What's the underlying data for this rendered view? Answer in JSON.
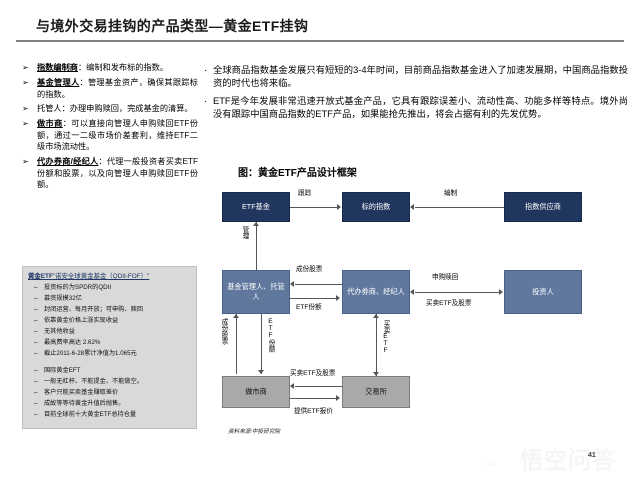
{
  "header": {
    "title": "与境外交易挂钩的产品类型—黄金ETF挂钩"
  },
  "left_column": {
    "bullet_mark": "➢",
    "bullets": [
      {
        "term": "指数编制商",
        "text": "：编制和发布标的指数。"
      },
      {
        "term": "基金管理人",
        "text": "：管理基金资产，确保其跟踪标的指数。"
      },
      {
        "term": "托管人",
        "text": "：办理申购赎回，完成基金的清算。",
        "plain": true
      },
      {
        "term": "做市商",
        "text": "：可以直接向管理人申购赎回ETF份额，通过一二级市场价差套利，维持ETF二级市场流动性。"
      },
      {
        "term": "代办券商/经纪人",
        "text": "：代理一般投资者买卖ETF份额和股票，以及向管理人申购赎回ETF份额。"
      }
    ]
  },
  "info_box": {
    "title_main": "黄金ETF",
    "title_sub": "\"诺安全球黄金基金（QDII-FOF）\"",
    "dash": "–",
    "group1": [
      "投资标的为SPDR的QDII",
      "募资规模32亿",
      "封闭运营、每月开放；可申购、赎回",
      "依靠黄金价格上涨实现收益",
      "无其他收益",
      "最高费率高达 2.62%",
      "截止2011-6-28累计净值为1.065元"
    ],
    "group2": [
      "国际黄金EFT",
      "一般无杠杆、不能提金、不能做空。",
      "客户只能买卖基金赚取差价",
      "成故等等待黄金升值后抛售。",
      "目前全球前十大黄金ETF总持仓量"
    ]
  },
  "right_column": {
    "bullet_mark": "·",
    "paragraphs": [
      "全球商品指数基金发展只有短短的3-4年时间，目前商品指数基金进入了加速发展期，中国商品指数投资的时代也将来临。",
      "ETF是今年发展非常迅速开放式基金产品，它具有跟踪误差小、流动性高、功能多样等特点。境外尚没有跟踪中国商品指数的ETF产品，如果能抢先推出，将会占据有利的先发优势。"
    ],
    "figure_caption": "图：黄金ETF产品设计框架"
  },
  "diagram": {
    "nodes": {
      "etf_fund": "ETF基金",
      "target_index": "标的指数",
      "index_provider": "指数供应商",
      "fund_manager": "基金管理人、托管人",
      "broker": "代办券商、经纪人",
      "investor": "投资人",
      "market_maker": "做市商",
      "exchange": "交易所"
    },
    "labels": {
      "track": "跟踪",
      "compile": "编制",
      "manage": "管理",
      "component_shares_top": "成份股票",
      "etf_units_center": "ETF份额",
      "subscribe_redeem": "申购赎回",
      "trade_etf_shares_right": "买卖ETF及股票",
      "component_shares_left": "成份股票",
      "etf_units_left": "ETF份额",
      "trade_etf_vert": "买卖ETF",
      "trade_etf_shares_bottom": "买卖ETF及股票",
      "provide_quote": "提供ETF报价"
    },
    "source": "资料来源:中投研究院"
  },
  "footer": {
    "page_number": "41",
    "watermark_text": "悟空问答",
    "watermark_mark": "∞"
  },
  "colors": {
    "node_dark": "#20365e",
    "node_mid": "#61789e",
    "node_grey": "#a9a9a9",
    "info_box_bg": "#d9d9d9",
    "accent": "#1f3864"
  }
}
